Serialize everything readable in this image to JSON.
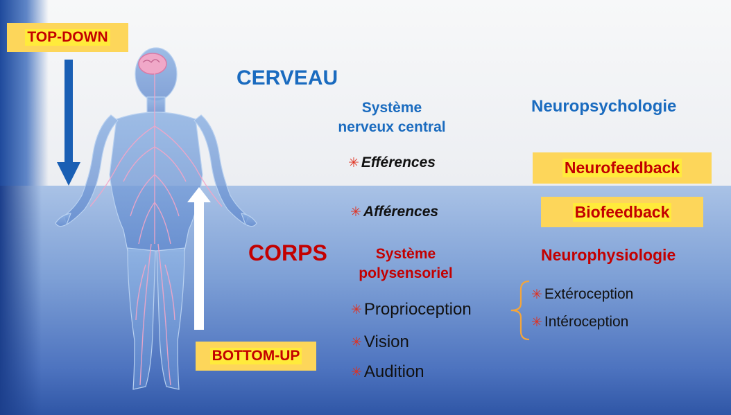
{
  "labels": {
    "top_down": "TOP-DOWN",
    "bottom_up": "BOTTOM-UP",
    "cerveau": "CERVEAU",
    "corps": "CORPS",
    "snc_line1": "Système",
    "snc_line2": "nerveux central",
    "neuropsychologie": "Neuropsychologie",
    "efferences": "Efférences",
    "afferences": "Afférences",
    "neurofeedback": "Neurofeedback",
    "biofeedback": "Biofeedback",
    "sp_line1": "Système",
    "sp_line2": "polysensoriel",
    "neurophysiologie": "Neurophysiologie",
    "proprioception": "Proprioception",
    "vision": "Vision",
    "audition": "Audition",
    "exteroception": "Extéroception",
    "interoception": "Intéroception"
  },
  "colors": {
    "blue_text": "#1a6bbf",
    "red_text": "#c30000",
    "highlight": "#fdd65a",
    "star": "#e0301e"
  },
  "icons": {
    "bullet": "asterisk-star-icon",
    "figure": "human-nervous-system-figure"
  }
}
